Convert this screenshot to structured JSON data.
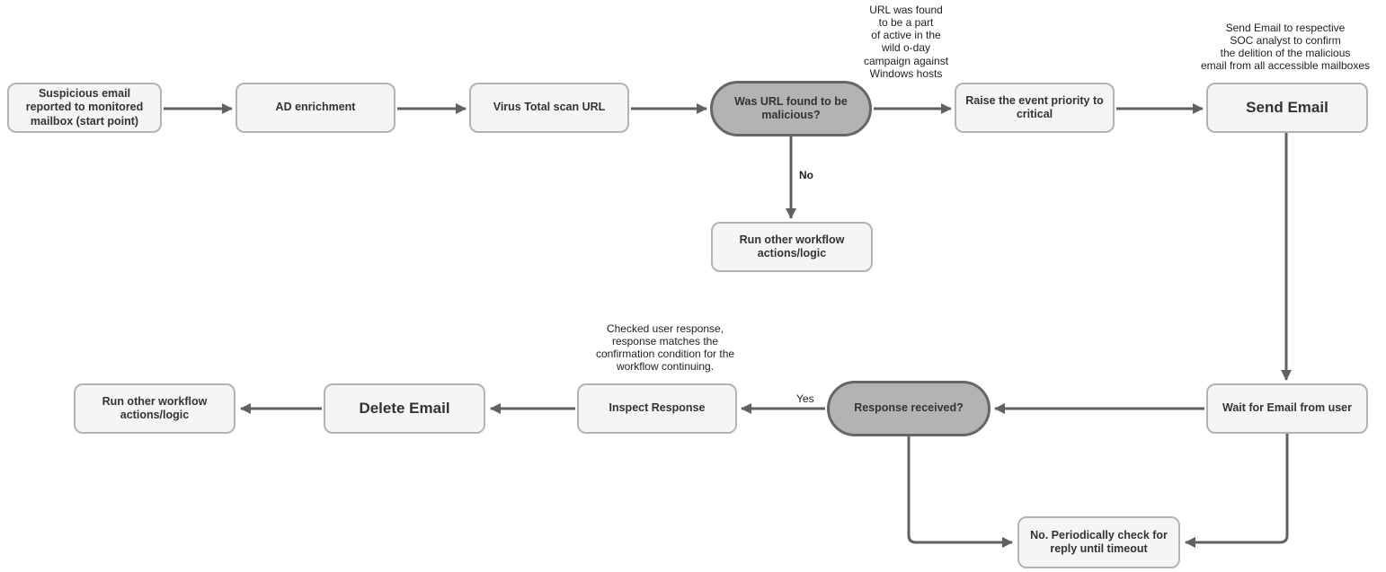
{
  "diagram": {
    "colors": {
      "process_fill": "#f5f5f5",
      "process_border": "#b3b3b3",
      "decision_fill": "#b3b3b3",
      "decision_border": "#666666",
      "arrow": "#616161",
      "text": "#333333"
    },
    "nodes": {
      "start": {
        "type": "process",
        "label": "Suspicious email\nreported to monitored\nmailbox (start point)"
      },
      "ad_enrichment": {
        "type": "process",
        "label": "AD enrichment"
      },
      "virus_total": {
        "type": "process",
        "label": "Virus Total scan URL"
      },
      "url_malicious": {
        "type": "decision",
        "label": "Was URL found to be\nmalicious?"
      },
      "raise_priority": {
        "type": "process",
        "label": "Raise the event priority to\ncritical"
      },
      "send_email": {
        "type": "process-emphasis",
        "label": "Send Email"
      },
      "run_other_top": {
        "type": "process",
        "label": "Run other workflow\nactions/logic"
      },
      "wait_email": {
        "type": "process",
        "label": "Wait for Email from user"
      },
      "response_received": {
        "type": "decision",
        "label": "Response received?"
      },
      "inspect_response": {
        "type": "process",
        "label": "Inspect Response"
      },
      "delete_email": {
        "type": "process-emphasis",
        "label": "Delete Email"
      },
      "run_other_bottom": {
        "type": "process",
        "label": "Run other workflow\nactions/logic"
      },
      "periodic_check": {
        "type": "process",
        "label": "No. Periodically check for\nreply until timeout"
      }
    },
    "annotations": {
      "url_campaign": {
        "text": "URL was found\nto be a part\nof active in the\nwild o-day\ncampaign against\nWindows hosts"
      },
      "send_email_note": {
        "text": "Send Email to respective\nSOC analyst to confirm\nthe delition of the malicious\nemail from all accessible mailboxes"
      },
      "inspect_note": {
        "text": "Checked user response,\nresponse matches the\nconfirmation condition for the\nworkflow continuing."
      }
    },
    "edge_labels": {
      "no": "No",
      "yes": "Yes"
    },
    "edges": [
      {
        "from": "start",
        "to": "ad_enrichment"
      },
      {
        "from": "ad_enrichment",
        "to": "virus_total"
      },
      {
        "from": "virus_total",
        "to": "url_malicious"
      },
      {
        "from": "url_malicious",
        "to": "raise_priority"
      },
      {
        "from": "raise_priority",
        "to": "send_email"
      },
      {
        "from": "url_malicious",
        "to": "run_other_top",
        "label": "No"
      },
      {
        "from": "send_email",
        "to": "wait_email"
      },
      {
        "from": "wait_email",
        "to": "response_received"
      },
      {
        "from": "response_received",
        "to": "inspect_response",
        "label": "Yes"
      },
      {
        "from": "inspect_response",
        "to": "delete_email"
      },
      {
        "from": "delete_email",
        "to": "run_other_bottom"
      },
      {
        "from": "response_received",
        "to": "periodic_check"
      },
      {
        "from": "wait_email",
        "to": "periodic_check"
      }
    ]
  }
}
